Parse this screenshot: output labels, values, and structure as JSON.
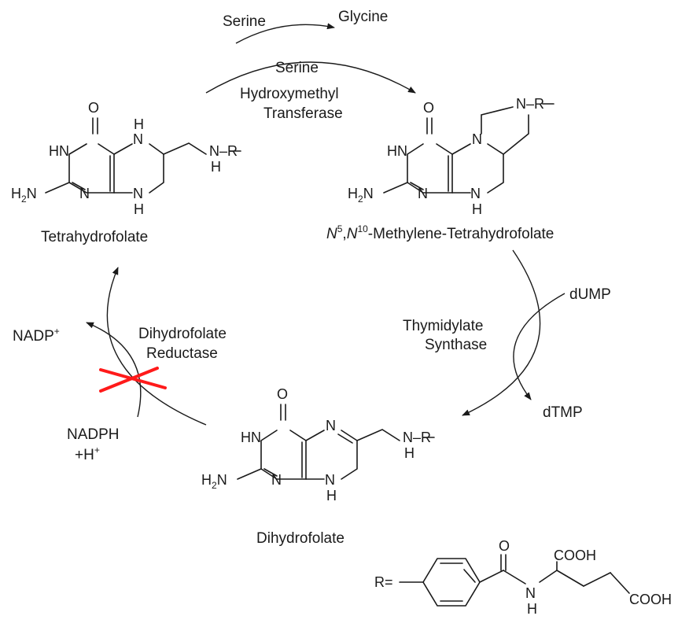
{
  "colors": {
    "ink": "#1a1a1a",
    "inhibition_mark": "#ff1a1a",
    "background": "#ffffff"
  },
  "cofactors": {
    "serine": "Serine",
    "glycine": "Glycine",
    "dump": "dUMP",
    "dtmp": "dTMP",
    "nadp_plus": "NADP",
    "nadp_plus_sup": "+",
    "nadph": "NADPH",
    "h_plus": "+H",
    "h_plus_sup": "+"
  },
  "enzymes": {
    "shmt": [
      "Serine",
      "Hydroxymethyl",
      "Transferase"
    ],
    "ts": [
      "Thymidylate",
      "Synthase"
    ],
    "dhfr": [
      "Dihydrofolate",
      "Reductase"
    ]
  },
  "molecules": {
    "thf": "Tetrahydrofolate",
    "mthf": {
      "n5": "N",
      "n5_sup": "5",
      "sep": ",",
      "n10": "N",
      "n10_sup": "10",
      "rest": "-Methylene-Tetrahydrofolate"
    },
    "dhf": "Dihydrofolate"
  },
  "atoms": {
    "o": "O",
    "hn": "HN",
    "n": "N",
    "h": "H",
    "nh": "N–R",
    "h2n_h": "H",
    "h2n_2": "2",
    "h2n_n": "N",
    "r_def": "R=",
    "cooh": "COOH"
  }
}
